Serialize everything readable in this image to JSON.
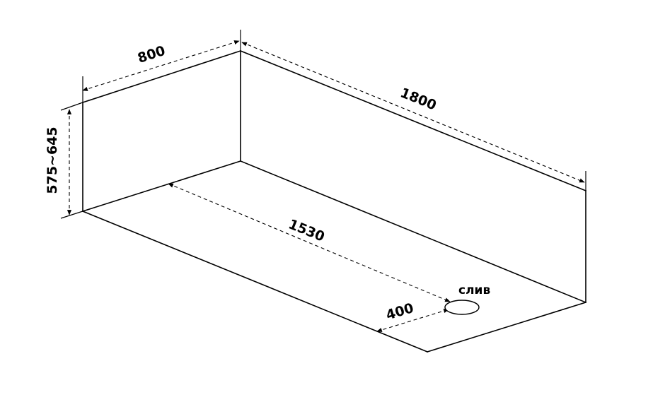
{
  "dimensions": {
    "width_label": "800",
    "length_label": "1800",
    "height_label": "575~645",
    "inner_length_label": "1530",
    "drain_offset_label": "400"
  },
  "drain": {
    "label": "слив"
  }
}
